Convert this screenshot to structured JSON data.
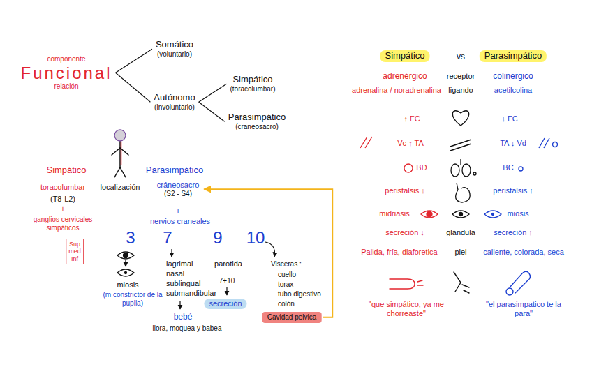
{
  "diagram": {
    "nodes": [
      {
        "text": [
          "componente",
          "Funcional",
          "relación"
        ]
      },
      {
        "text": [
          "Somático",
          "(voluntario)"
        ]
      },
      {
        "text": [
          "Autónomo",
          "(involuntario)"
        ]
      },
      {
        "text": [
          "Simpático",
          "(toracolumbar)"
        ]
      },
      {
        "text": [
          "Parasimpático",
          "(craneosacro)"
        ]
      },
      {
        "text": [
          "Simpático"
        ]
      },
      {
        "text": [
          "Parasimpático"
        ]
      },
      {
        "text": [
          "Sup med Inf"
        ]
      },
      {
        "text": [
          "cráneosacro",
          "(S2 - S4)"
        ]
      },
      {
        "text": [
          "secreción"
        ]
      },
      {
        "text": [
          "Cavidad pelvica"
        ]
      }
    ],
    "edges": [
      {
        "from": 0,
        "to": 1,
        "arrow": "none"
      },
      {
        "from": 0,
        "to": 2,
        "arrow": "none"
      },
      {
        "from": 2,
        "to": 3,
        "arrow": "none"
      },
      {
        "from": 2,
        "to": 4,
        "arrow": "none"
      },
      {
        "from": 10,
        "to": 8,
        "arrow": "to"
      }
    ],
    "labels": [
      "Simpático",
      "localización",
      "Parasimpático",
      "toracolumbar",
      "(T8-L2)",
      "+",
      "ganglios cervicales simpáticos",
      "+",
      "nervios craneales",
      "3",
      "7",
      "9",
      "10",
      "miosis",
      "(m constrictor de la pupila)",
      "lagrimal",
      "nasal",
      "sublingual",
      "submandibular",
      "bebé",
      "llora, moquea y babea",
      "parotida",
      "7+10",
      "Visceras :",
      "cuello",
      "torax",
      "tubo digestivo",
      "colón",
      "vs",
      "adrenérgico",
      "receptor",
      "colinergico",
      "adrenalina / noradrenalina",
      "ligando",
      "acetilcolina",
      "↑ FC",
      "↓ FC",
      "Vc ↑ TA",
      "TA ↓ Vd",
      "BD",
      "BC",
      "peristalsis ↓",
      "peristalsis ↑",
      "midriasis",
      "miosis",
      "secreción ↓",
      "glándula",
      "secreción ↑",
      "Palida, fría, diaforetica",
      "piel",
      "caliente, colorada, seca",
      "\"que simpático, ya me chorreaste\"",
      "\"el parasimpatico te la para\""
    ]
  }
}
